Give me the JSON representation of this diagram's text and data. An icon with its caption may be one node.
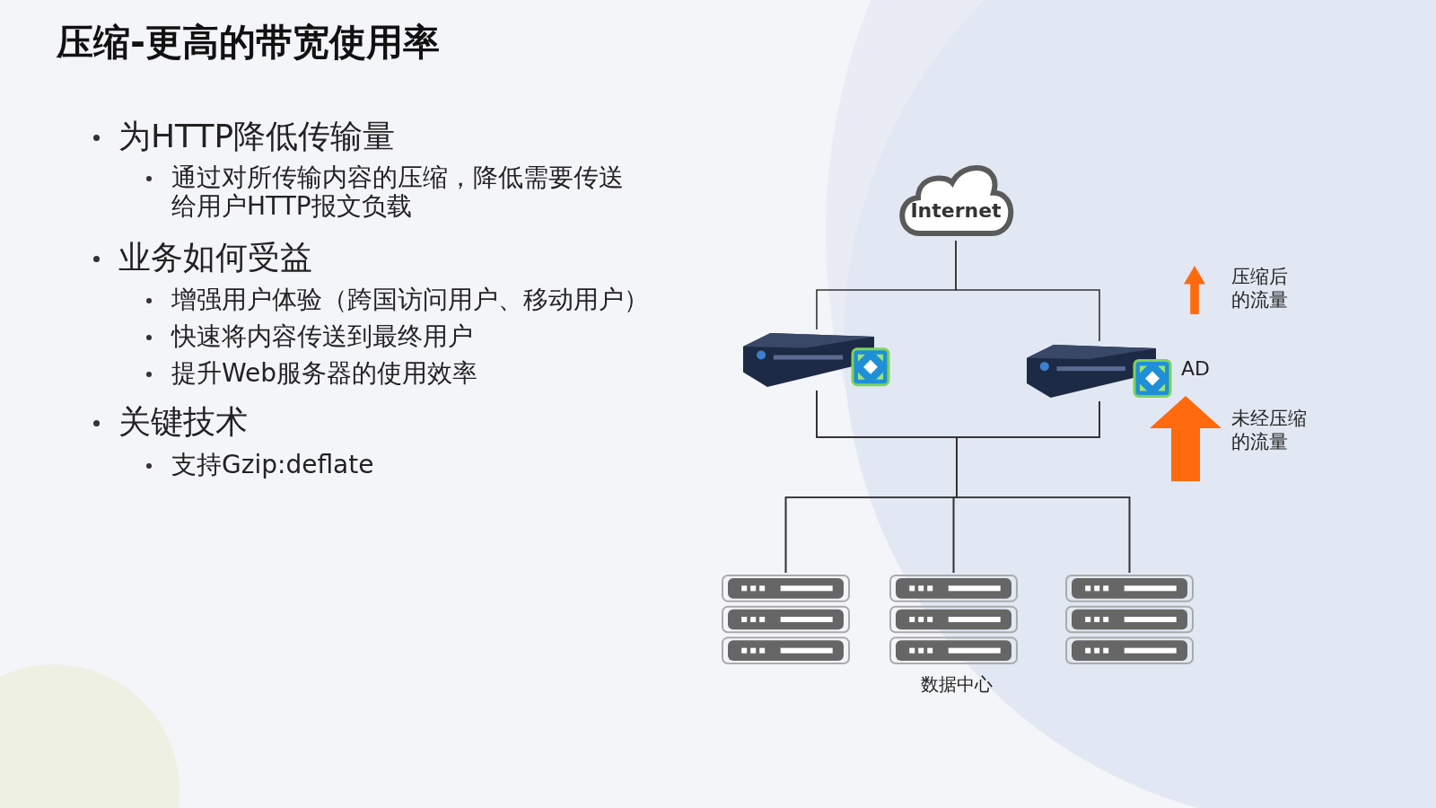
{
  "diagram": {
    "title": "压缩-更高的带宽使用率",
    "nodes": [
      {
        "text": [
          "Internet"
        ]
      },
      {
        "text": [],
        "shape": "picture"
      },
      {
        "text": [],
        "shape": "picture",
        "beside": [
          "AD"
        ]
      },
      {
        "text": [],
        "shape": "picture"
      },
      {
        "text": [],
        "shape": "picture"
      },
      {
        "text": [],
        "shape": "picture"
      }
    ],
    "edges": [
      {
        "from": 0,
        "to": 1,
        "arrow": "none"
      },
      {
        "from": 0,
        "to": 2,
        "arrow": "none"
      },
      {
        "from": 1,
        "to": 3,
        "arrow": "none"
      },
      {
        "from": 1,
        "to": 4,
        "arrow": "none"
      },
      {
        "from": 1,
        "to": 5,
        "arrow": "none"
      },
      {
        "from": 2,
        "to": 3,
        "arrow": "none"
      },
      {
        "from": 2,
        "to": 4,
        "arrow": "none"
      },
      {
        "from": 2,
        "to": 5,
        "arrow": "none"
      }
    ],
    "labels": [
      "为HTTP降低传输量",
      "通过对所传输内容的压缩，降低需要传送给用户HTTP报文负载",
      "业务如何受益",
      "增强用户体验（跨国访问用户、移动用户）",
      "快速将内容传送到最终用户",
      "提升Web服务器的使用效率",
      "关键技术",
      "支持Gzip:deflate",
      "数据中心"
    ],
    "legend": [
      {
        "text": "压缩后的流量"
      },
      {
        "text": "未经压缩的流量"
      }
    ]
  }
}
